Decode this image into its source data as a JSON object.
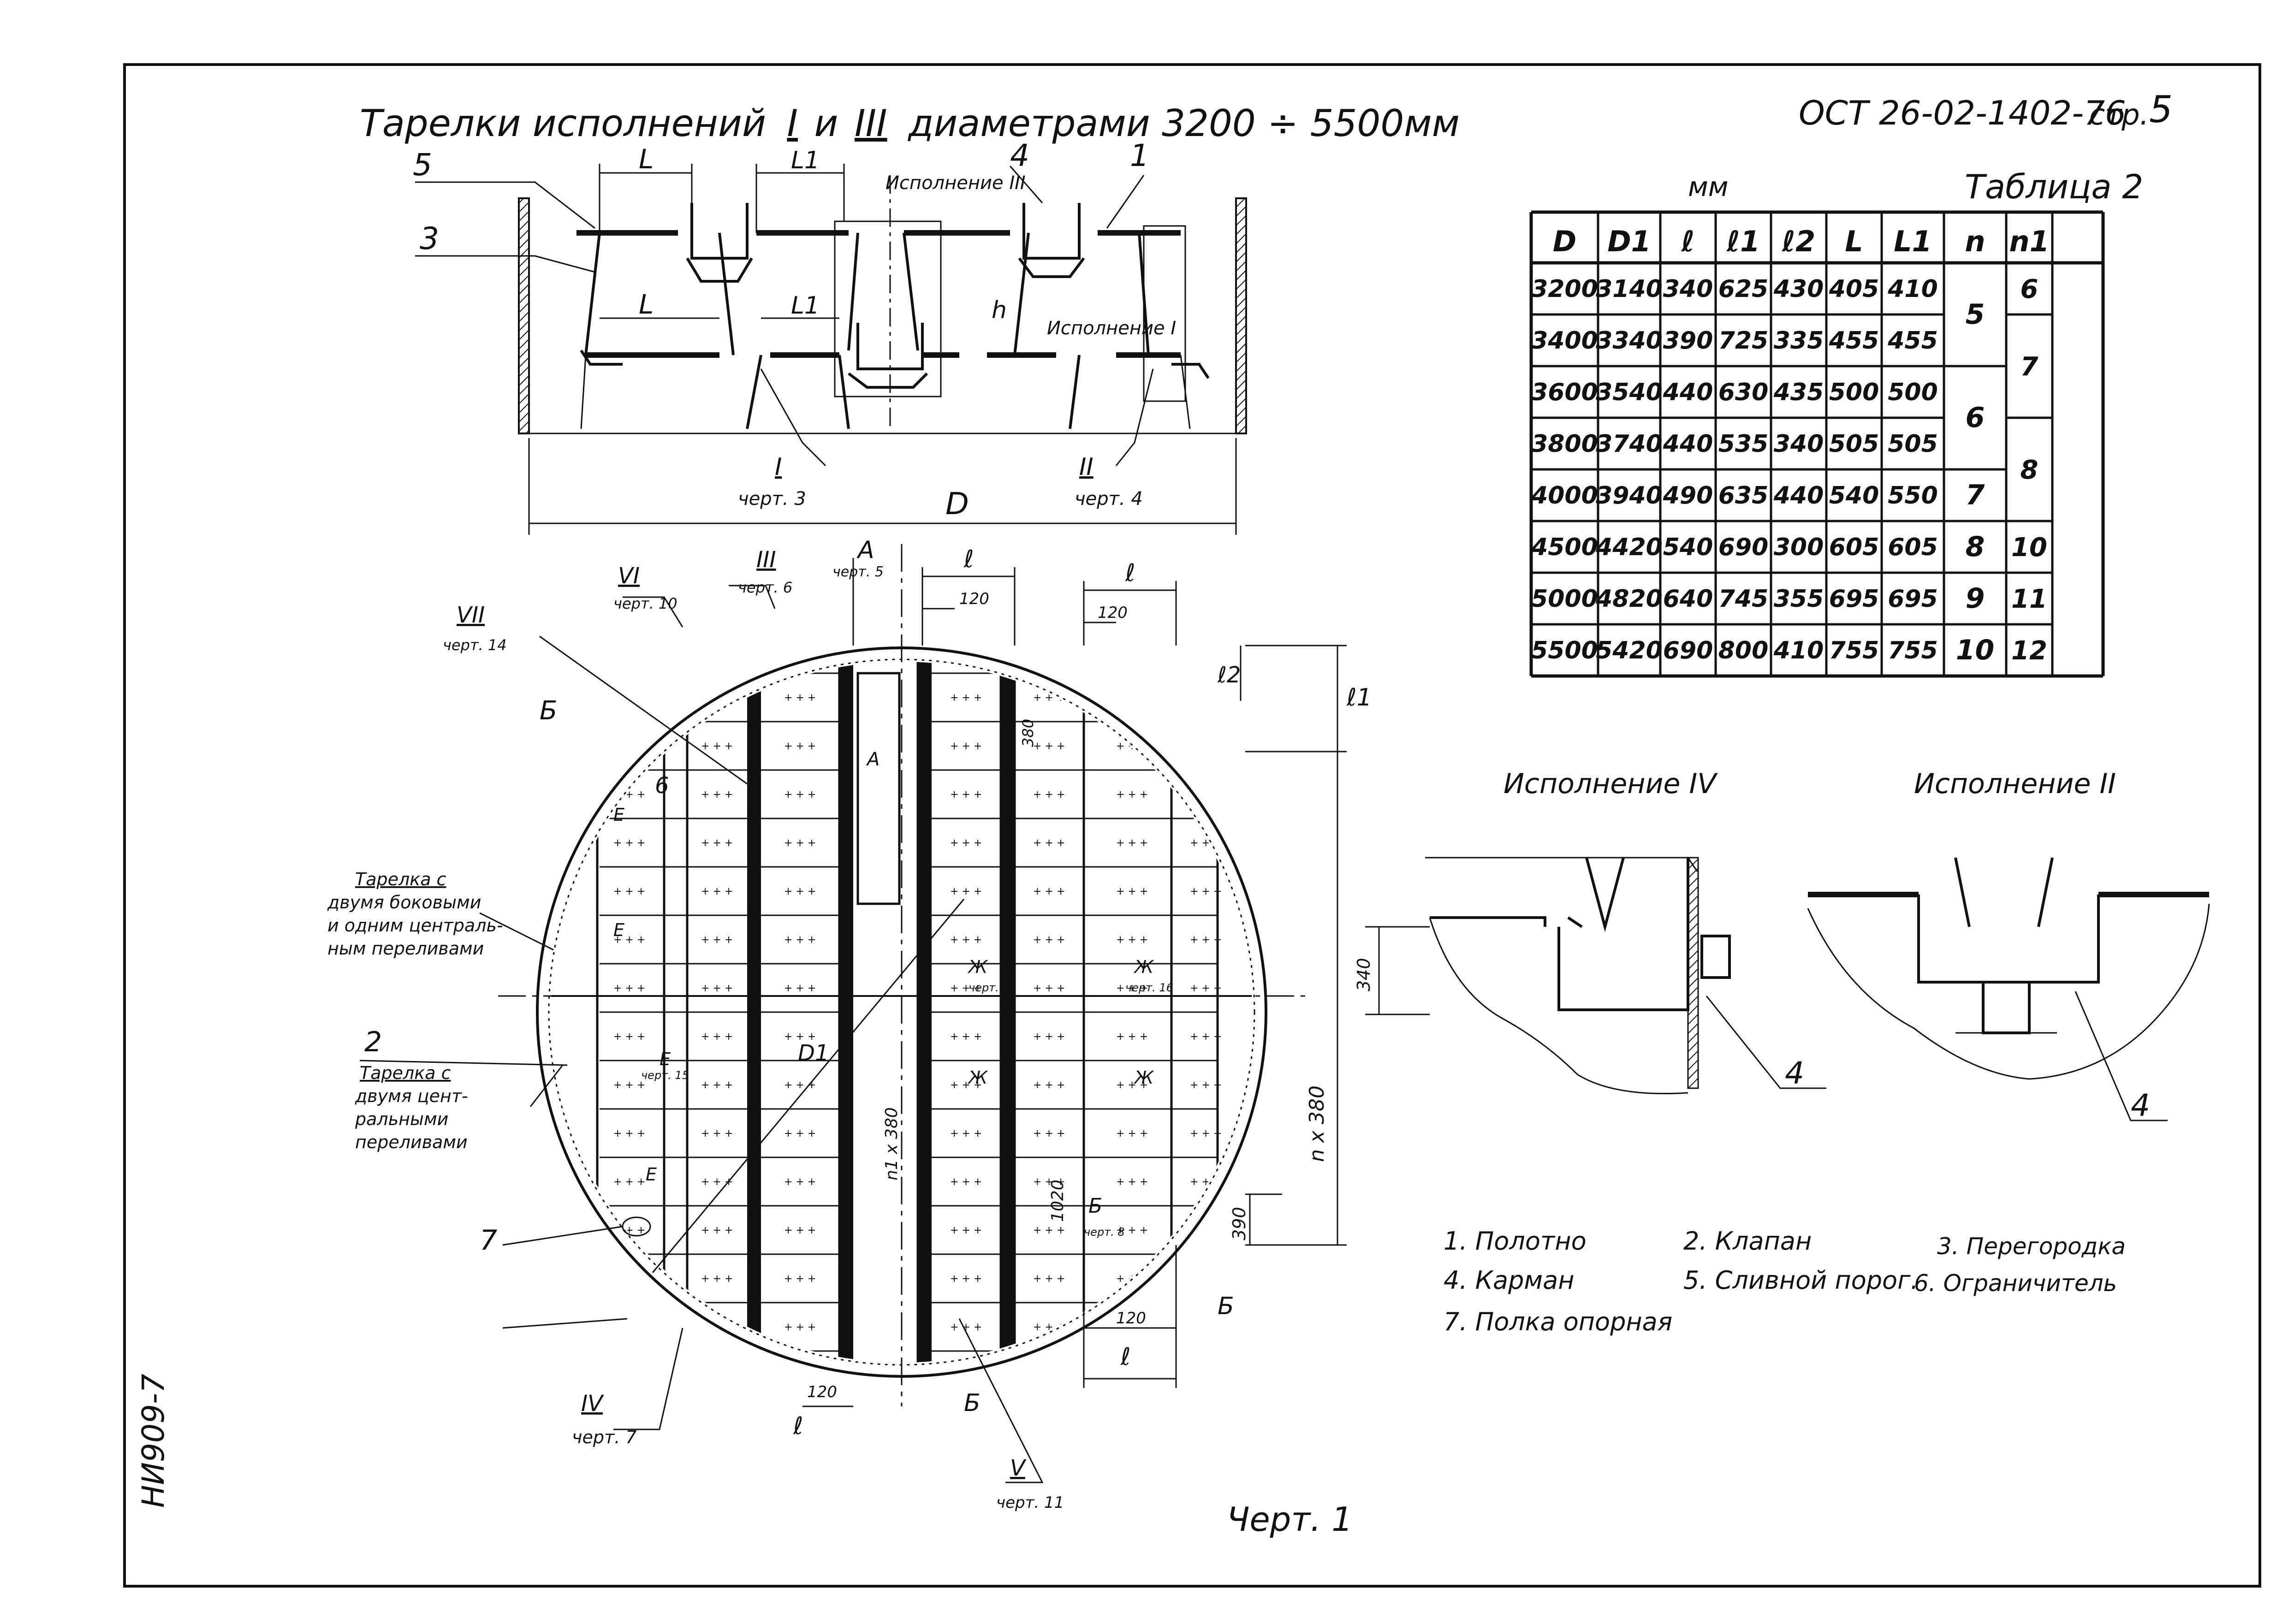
{
  "title": "Тарелки исполнений I и III диаметрами 3200 ÷ 5500мм",
  "title_parts": {
    "prefix": "Тарелки исполнений",
    "r1": "I",
    "mid": "и",
    "r2": "III",
    "suffix": "диаметрами 3200 ÷ 5500мм"
  },
  "doc_code": "ОСТ 26-02-1402-76",
  "page_label": "стр.",
  "page_num": "5",
  "side_code": "НИ909-7",
  "drawing_caption": "Черт. 1",
  "table": {
    "unit": "мм",
    "title": "Таблица 2",
    "headers": [
      "D",
      "D1",
      "ℓ",
      "ℓ1",
      "ℓ2",
      "L",
      "L1",
      "n",
      "n1"
    ],
    "rows": [
      [
        "3200",
        "3140",
        "340",
        "625",
        "430",
        "405",
        "410"
      ],
      [
        "3400",
        "3340",
        "390",
        "725",
        "335",
        "455",
        "455"
      ],
      [
        "3600",
        "3540",
        "440",
        "630",
        "435",
        "500",
        "500"
      ],
      [
        "3800",
        "3740",
        "440",
        "535",
        "340",
        "505",
        "505"
      ],
      [
        "4000",
        "3940",
        "490",
        "635",
        "440",
        "540",
        "550"
      ],
      [
        "4500",
        "4420",
        "540",
        "690",
        "300",
        "605",
        "605"
      ],
      [
        "5000",
        "4820",
        "640",
        "745",
        "355",
        "695",
        "695"
      ],
      [
        "5500",
        "5420",
        "690",
        "800",
        "410",
        "755",
        "755"
      ]
    ],
    "n_values": [
      "5",
      "6",
      "7",
      "8",
      "9",
      "10"
    ],
    "n1_values": [
      "6",
      "7",
      "8",
      "10",
      "11",
      "12"
    ]
  },
  "section_view": {
    "labels": [
      "5",
      "3",
      "4",
      "1",
      "L",
      "L1",
      "L",
      "L1",
      "h",
      "D"
    ],
    "execution_III": "Исполнение III",
    "execution_I": "Исполнение I",
    "ref_I": "I",
    "ref_I_sheet": "черт. 3",
    "ref_II": "II",
    "ref_II_sheet": "черт. 4"
  },
  "plan_view": {
    "refs": [
      {
        "num": "VII",
        "sheet": "черт. 14"
      },
      {
        "num": "VI",
        "sheet": "черт. 10"
      },
      {
        "num": "III",
        "sheet": "черт. 6"
      },
      {
        "num": "IV",
        "sheet": "черт. 7"
      },
      {
        "num": "V",
        "sheet": "черт. 11"
      }
    ],
    "view_A": "А",
    "view_A_sheet": "черт. 5",
    "section_B": "Б",
    "section_6": "6",
    "section_E": "Е",
    "section_Zh": "Ж",
    "sheet_15": "черт. 15",
    "sheet_16": "черт. 16",
    "sheet_8": "черт. 8",
    "dims": {
      "d120": "120",
      "d380": "380",
      "d390": "390",
      "d1020": "1020",
      "l": "ℓ",
      "l1": "ℓ1",
      "l2": "ℓ2",
      "n380": "n x 380",
      "n1_380": "n1 x 380",
      "D1": "D1"
    },
    "label_tray1": "Тарелка с двумя боковыми и одним центральным переливами",
    "label_tray1_lines": [
      "Тарелка с",
      "двумя боковыми",
      "и одним централь-",
      "ным переливами"
    ],
    "label_tray2_lines": [
      "Тарелка с",
      "двумя цент-",
      "ральными",
      "переливами"
    ],
    "callout_2": "2",
    "callout_7": "7"
  },
  "detail_IV": {
    "title": "Исполнение IV",
    "dim": "340",
    "callout": "4"
  },
  "detail_II": {
    "title": "Исполнение II",
    "callout": "4"
  },
  "legend": [
    "1. Полотно",
    "2. Клапан",
    "3. Перегородка",
    "4. Карман",
    "5. Сливной порог.",
    "6. Ограничитель",
    "7. Полка опорная"
  ]
}
